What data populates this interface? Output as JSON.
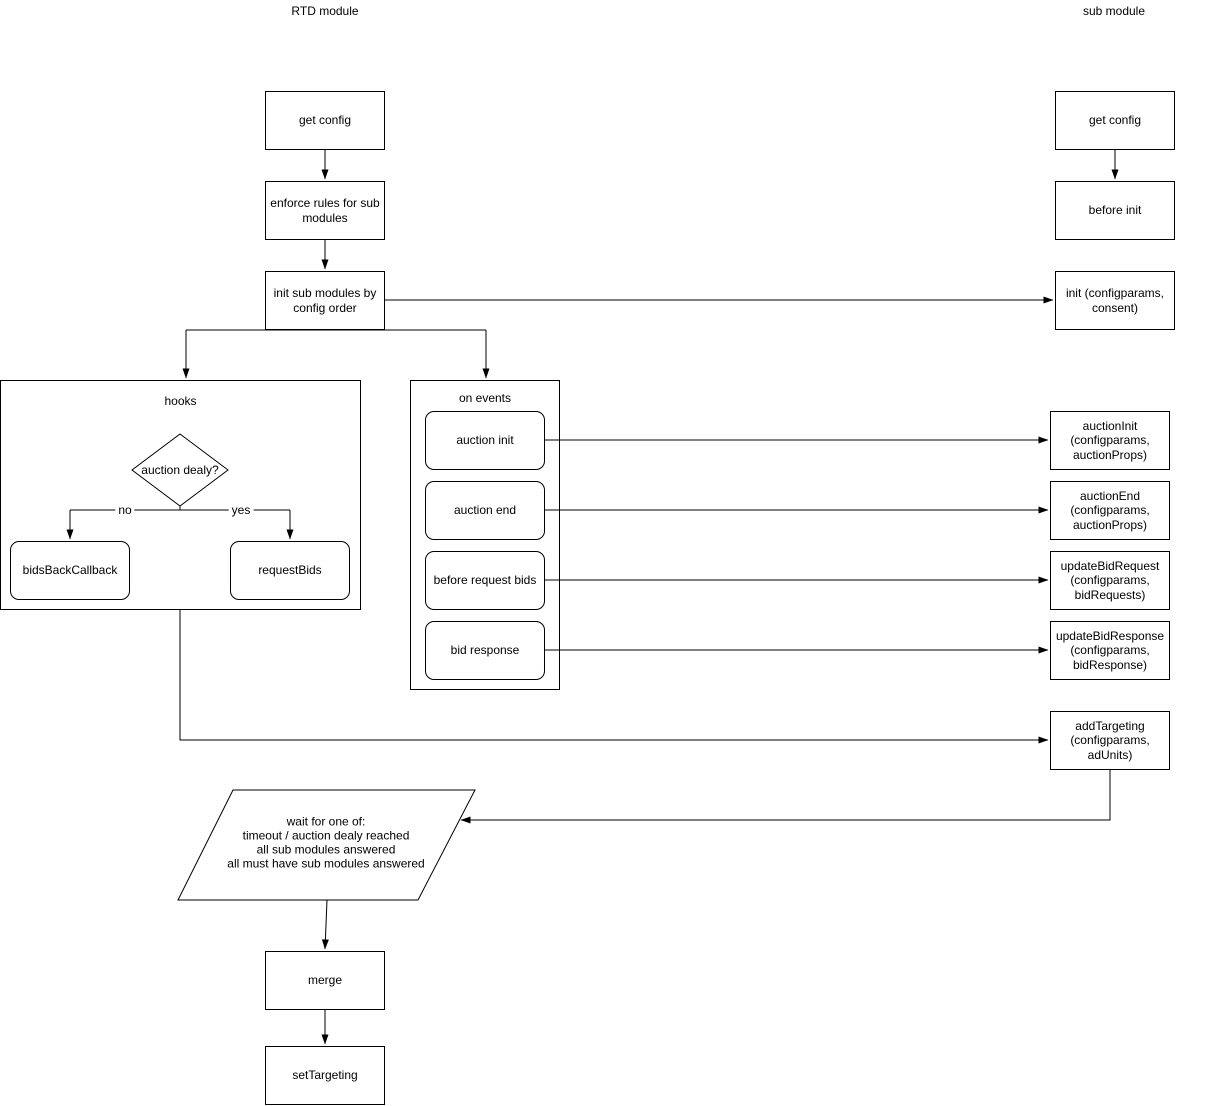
{
  "lanes": {
    "rtd": "RTD module",
    "sub": "sub module"
  },
  "rtd": {
    "get_config": "get config",
    "enforce_rules": "enforce rules for sub\nmodules",
    "init_sub_modules": "init sub modules by\nconfig order",
    "hooks_title": "hooks",
    "decision": "auction dealy?",
    "no": "no",
    "yes": "yes",
    "bids_back_callback": "bidsBackCallback",
    "request_bids": "requestBids",
    "on_events_title": "on events",
    "auction_init": "auction init",
    "auction_end": "auction end",
    "before_request_bids": "before request bids",
    "bid_response": "bid response",
    "wait": "wait for one of:\ntimeout / auction dealy reached\nall sub modules answered\nall must have sub modules answered",
    "merge": "merge",
    "set_targeting": "setTargeting"
  },
  "sub": {
    "get_config": "get config",
    "before_init": "before init",
    "init": "init (configparams,\nconsent)",
    "auction_init": "auctionInit\n(configparams,\nauctionProps)",
    "auction_end": "auctionEnd\n(configparams,\nauctionProps)",
    "update_bid_request": "updateBidRequest\n(configparams,\nbidRequests)",
    "update_bid_response": "updateBidResponse\n(configparams,\nbidResponse)",
    "add_targeting": "addTargeting\n(configparams,\nadUnits)"
  }
}
